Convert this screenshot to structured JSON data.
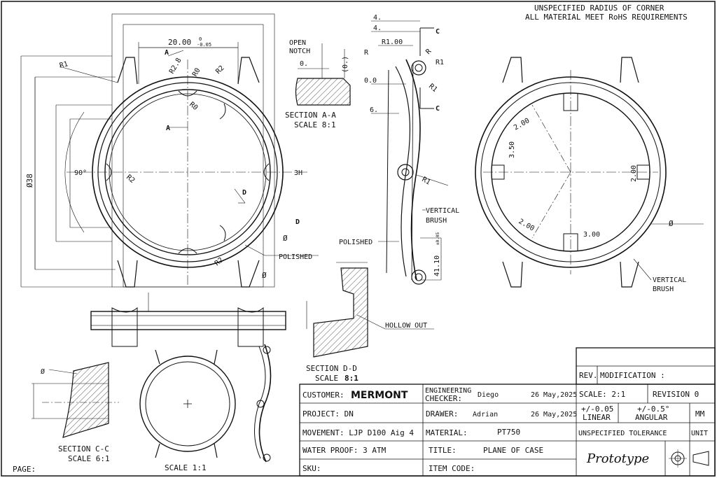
{
  "notes": {
    "line1": "UNSPECIFIED RADIUS OF CORNER",
    "line2": "ALL MATERIAL MEET RoHS REQUIREMENTS"
  },
  "front_view": {
    "dim_width": "20.00",
    "dim_width_tol_top": "0",
    "dim_width_tol_bottom": "-0.05",
    "dim_dia": "Ø38",
    "r_labels": [
      "R1",
      "R2.8",
      "R0",
      "R2",
      "R0",
      "R2",
      "R2"
    ],
    "angle": "90°",
    "hour_label": "3H",
    "section_a": "A",
    "section_d": "D",
    "polished": "POLISHED",
    "phi": "Ø"
  },
  "section_aa": {
    "open_notch_1": "OPEN",
    "open_notch_2": "NOTCH",
    "dim1": "0.",
    "dim2": "(0.)",
    "title": "SECTION  A-A",
    "scale": "SCALE  8:1"
  },
  "side_view": {
    "dim_4a": "4.",
    "dim_4b": "4.",
    "r100": "R1.00",
    "r_a": "R",
    "r_b": "R",
    "r1_a": "R1",
    "r1_b": "R1",
    "r1_c": "R1",
    "dim_00": "0.0",
    "dim_6": "6.",
    "c1": "C",
    "c2": "C",
    "vertical_brush_1": "VERTICAL",
    "vertical_brush_2": "BRUSH",
    "polished": "POLISHED",
    "dim_41": "41.10",
    "dim_41_tol": "±0.05"
  },
  "back_view": {
    "dim_200a": "2.00",
    "dim_350": "3.50",
    "dim_200b": "2.00",
    "dim_200c": "2.00",
    "dim_300": "3.00",
    "phi": "Ø",
    "vertical_brush_1": "VERTICAL",
    "vertical_brush_2": "BRUSH"
  },
  "section_dd": {
    "hollow": "HOLLOW OUT",
    "title": "SECTION  D-D",
    "scale_prefix": "SCALE",
    "scale_value": "8:1"
  },
  "section_cc": {
    "title": "SECTION  C-C",
    "scale": "SCALE  6:1",
    "phi": "Ø"
  },
  "scale_view": {
    "label": "SCALE  1:1"
  },
  "page_label": "PAGE:",
  "title_block": {
    "rev": "REV.",
    "modification": "MODIFICATION :",
    "customer_label": "CUSTOMER:",
    "customer": "MERMONT",
    "eng_label_1": "ENGINEERING",
    "eng_label_2": "CHECKER:",
    "checker": "Diego",
    "checker_date": "26 May,2025",
    "scale": "SCALE:  2:1",
    "revision": "REVISION 0",
    "project": "PROJECT:   DN",
    "drawer_label": "DRAWER:",
    "drawer": "Adrian",
    "drawer_date": "26 May,2025",
    "tol_linear_1": "+/-0.05",
    "tol_linear_2": "LINEAR",
    "tol_ang_1": "+/-0.5°",
    "tol_ang_2": "ANGULAR",
    "unit_mm": "MM",
    "movement": "MOVEMENT: LJP D100 Aig 4",
    "material_label": "MATERIAL:",
    "material": "PT750",
    "unspec_tol": "UNSPECIFIED TOLERANCE",
    "unit": "UNIT",
    "water": "WATER PROOF: 3 ATM",
    "title_label": "TITLE:",
    "title": "PLANE OF CASE",
    "prototype": "Prototype",
    "sku": "SKU:",
    "item_code": "ITEM CODE:"
  }
}
